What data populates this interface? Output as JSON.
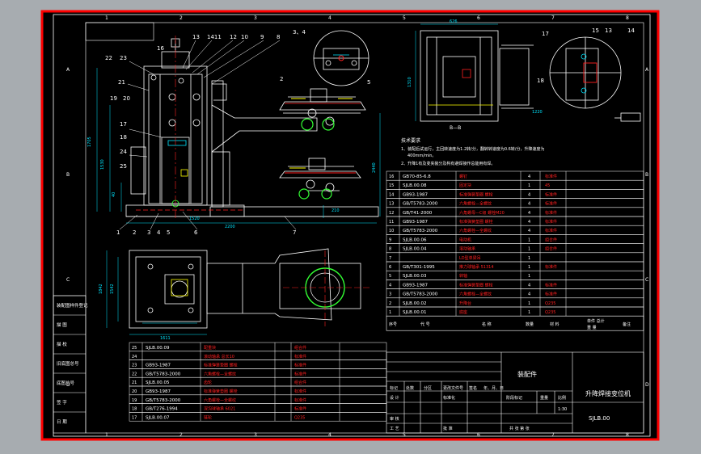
{
  "colors": {
    "background": "#a7acb0",
    "paper": "#000000",
    "frame": "#ff0000",
    "line": "#ffffff",
    "cyan": "#00e5ff",
    "green": "#33ff33",
    "yellow": "#ffff00",
    "red": "#ff2020"
  },
  "zone_letters_left": [
    "A",
    "B",
    "C",
    "D"
  ],
  "zone_letters_right": [
    "A",
    "B",
    "C",
    "D"
  ],
  "zone_numbers_top": [
    "1",
    "2",
    "3",
    "4",
    "5",
    "6",
    "7",
    "8"
  ],
  "zone_numbers_bottom": [
    "1",
    "2",
    "3",
    "4",
    "5",
    "6",
    "7",
    "8"
  ],
  "left_column": [
    "装配图样件登记",
    "描 图",
    "描 校",
    "旧底图总号",
    "底图总号",
    "签 字",
    "日 期"
  ],
  "callouts_front_top": [
    "13",
    "1411",
    "12",
    "10",
    "9",
    "8"
  ],
  "callouts_front_left": [
    "22",
    "23",
    "21",
    "19",
    "20",
    "17",
    "18",
    "24",
    "25"
  ],
  "callouts_front_bottom": [
    "1",
    "2",
    "3",
    "4",
    "5",
    "6"
  ],
  "callouts_misc": [
    "16",
    "3、4",
    "2",
    "5",
    "7",
    "17",
    "15",
    "13",
    "14",
    "18"
  ],
  "dimensions": {
    "front_height_1": "1705",
    "front_height_2": "1530",
    "front_mid": "40",
    "front_width": "2200",
    "front_base": "1520",
    "arm_height": "2440",
    "arm_small": "210",
    "plan_width": "1611",
    "plan_height_1": "1542",
    "plan_height_2": "1842",
    "top_view_width": "626",
    "right_dim_1": "1310",
    "right_dim_2": "1220",
    "section_label": "B—B"
  },
  "tech_requirements": {
    "title": "技术要求",
    "line1": "1、装配后试运行，主回转速度为1.2转/分，翻转转速度为0.6转/分，升降速度为",
    "line2": "400mm/min。",
    "line3": "2、升降1有及变夹装分及构有避焊接作总能用有焊。"
  },
  "bom_upper": [
    {
      "no": "16",
      "code": "GB70-85-6.8",
      "name": "螺钉",
      "qty": "4",
      "mat": "标准件"
    },
    {
      "no": "15",
      "code": "SJLB.00.08",
      "name": "固定块",
      "qty": "1",
      "mat": "45"
    },
    {
      "no": "14",
      "code": "GB93-1987",
      "name": "标准弹簧垫圈 螺栓",
      "qty": "4",
      "mat": "标准件"
    },
    {
      "no": "13",
      "code": "GB/T5783-2000",
      "name": "六角螺栓—全螺纹",
      "qty": "4",
      "mat": "标准件"
    },
    {
      "no": "12",
      "code": "GB/T41-2000",
      "name": "六角螺母—C级 螺栓M20",
      "qty": "4",
      "mat": "标准件"
    },
    {
      "no": "11",
      "code": "GB93-1987",
      "name": "标准弹簧垫圈 螺栓",
      "qty": "4",
      "mat": "标准件"
    },
    {
      "no": "10",
      "code": "GB/T5783-2000",
      "name": "六角螺栓—全螺纹",
      "qty": "4",
      "mat": "标准件"
    },
    {
      "no": "9",
      "code": "SJLB.00.06",
      "name": "电动机",
      "qty": "1",
      "mat": "组合件"
    },
    {
      "no": "8",
      "code": "SJLB.00.04",
      "name": "滚动轴承",
      "qty": "1",
      "mat": "组合件"
    },
    {
      "no": "7",
      "code": "",
      "name": "LD型单梁吊",
      "qty": "1",
      "mat": ""
    },
    {
      "no": "6",
      "code": "GB/T301-1995",
      "name": "推力球轴承 51314",
      "qty": "1",
      "mat": "标准件"
    },
    {
      "no": "5",
      "code": "SJLB.00.03",
      "name": "转轴",
      "qty": "1",
      "mat": ""
    },
    {
      "no": "4",
      "code": "GB93-1987",
      "name": "标准弹簧垫圈 螺栓",
      "qty": "4",
      "mat": "标准件"
    },
    {
      "no": "3",
      "code": "GB/T5783-2000",
      "name": "六角螺栓—全螺纹",
      "qty": "4",
      "mat": "标准件"
    },
    {
      "no": "2",
      "code": "SJLB.00.02",
      "name": "升降台",
      "qty": "1",
      "mat": "Q235"
    },
    {
      "no": "1",
      "code": "SJLB.00.01",
      "name": "底座",
      "qty": "1",
      "mat": "Q235"
    }
  ],
  "bom_header": [
    "序号",
    "代 号",
    "名 称",
    "数量",
    "材 料",
    "单件 总计",
    "重 量",
    "备注"
  ],
  "bom_lower": [
    {
      "no": "25",
      "code": "SJLB.00.09",
      "name": "配重块",
      "mat": "组合件"
    },
    {
      "no": "24",
      "code": "",
      "name": "滚动轴承 总长10",
      "mat": "标准件"
    },
    {
      "no": "23",
      "code": "GB93-1987",
      "name": "标准弹簧垫圈 螺栓",
      "mat": "标准件"
    },
    {
      "no": "22",
      "code": "GB/T5783-2000",
      "name": "六角螺栓—全螺纹",
      "mat": "标准件"
    },
    {
      "no": "21",
      "code": "SJLB.00.05",
      "name": "齿轮",
      "mat": "组合件"
    },
    {
      "no": "20",
      "code": "GB93-1987",
      "name": "标准弹簧垫圈 螺栓",
      "mat": "标准件"
    },
    {
      "no": "19",
      "code": "GB/T5783-2000",
      "name": "六角螺栓—全螺纹",
      "mat": "标准件"
    },
    {
      "no": "18",
      "code": "GB/T276-1994",
      "name": "深沟球轴承 6021",
      "mat": "标准件"
    },
    {
      "no": "17",
      "code": "SJLB.00.07",
      "name": "链轮",
      "mat": "Q235"
    }
  ],
  "title_block": {
    "drawing_type": "装配件",
    "title": "升降焊接变位机",
    "drawing_no": "SJLB.00",
    "scale": "1:30",
    "stage_mark": "阶段标记",
    "weight": "重量",
    "scale_label": "比例",
    "sheets": "共  张  第  张",
    "change_row": [
      "标记",
      "处数",
      "分区",
      "更改文件号",
      "签名",
      "年、月、日"
    ],
    "designer": "设 计",
    "standard": "标准化",
    "checker": "审 核",
    "process": "工 艺",
    "approve": "批 准"
  }
}
